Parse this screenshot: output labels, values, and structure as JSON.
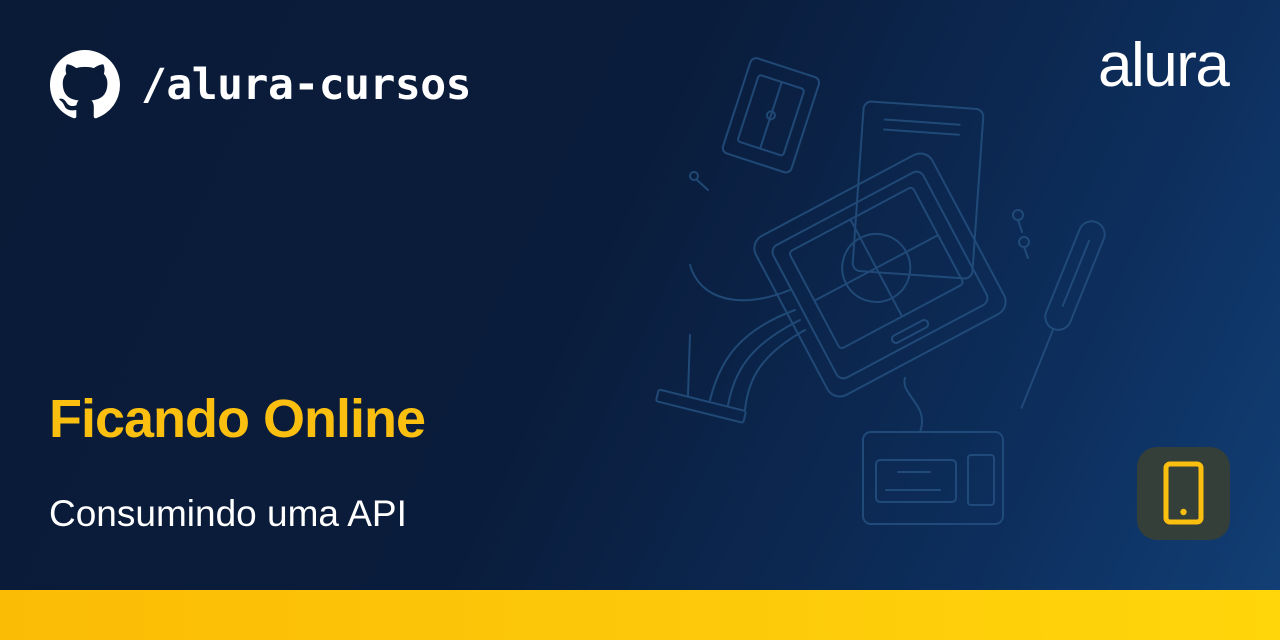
{
  "header": {
    "repo_path": "/alura-cursos",
    "github_icon": "github-icon",
    "logo_text": "alura"
  },
  "course": {
    "title": "Ficando Online",
    "subtitle": "Consumindo uma API"
  },
  "category_badge": {
    "icon": "mobile-phone-icon"
  },
  "illustration": {
    "icon": "hardware-parts-illustration"
  },
  "colors": {
    "background": "#0a1c3b",
    "accent": "#fbbf0f",
    "bottom_bar": "#fdc90a",
    "badge_background": "#353f3a",
    "badge_icon": "#fbbf0f"
  }
}
